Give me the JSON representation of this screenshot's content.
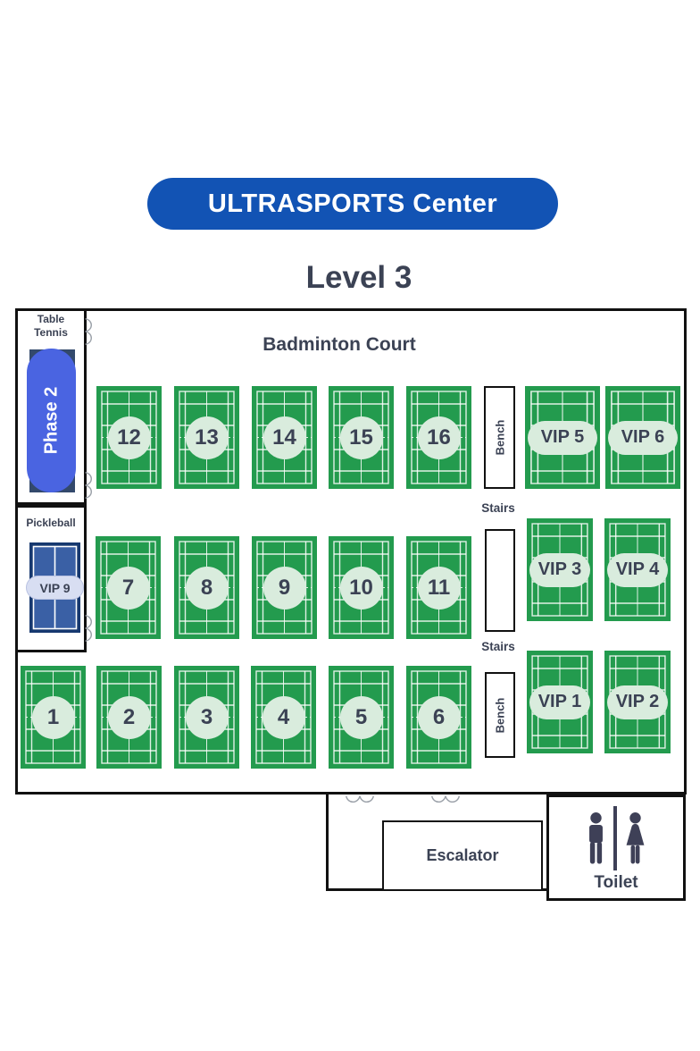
{
  "header": {
    "banner": "ULTRASPORTS Center",
    "level": "Level 3"
  },
  "hall_title": "Badminton Court",
  "table_tennis": {
    "label": "Table Tennis",
    "phase": "Phase 2"
  },
  "pickleball": {
    "label": "Pickleball",
    "court": "VIP 9"
  },
  "courts": {
    "row1": [
      "12",
      "13",
      "14",
      "15",
      "16"
    ],
    "row2": [
      "7",
      "8",
      "9",
      "10",
      "11"
    ],
    "row3": [
      "1",
      "2",
      "3",
      "4",
      "5",
      "6"
    ]
  },
  "vip": {
    "row1": [
      "VIP 5",
      "VIP 6"
    ],
    "row2": [
      "VIP 3",
      "VIP 4"
    ],
    "row3": [
      "VIP 1",
      "VIP 2"
    ]
  },
  "labels": {
    "bench": "Bench",
    "stairs": "Stairs",
    "escalator": "Escalator",
    "toilet": "Toilet"
  },
  "colors": {
    "banner_blue": "#1253b4",
    "navy_text": "#3b4254",
    "court_green": "#239b4e",
    "badge_green": "#d9ecdd",
    "phase_blue": "#4a64e1",
    "table_navy": "#33496c",
    "pickleball_outer": "#16386f",
    "pickleball_inner": "#3a60a5",
    "pickleball_badge": "#d8def2",
    "wall_black": "#111111",
    "icon_navy": "#3e4057"
  }
}
